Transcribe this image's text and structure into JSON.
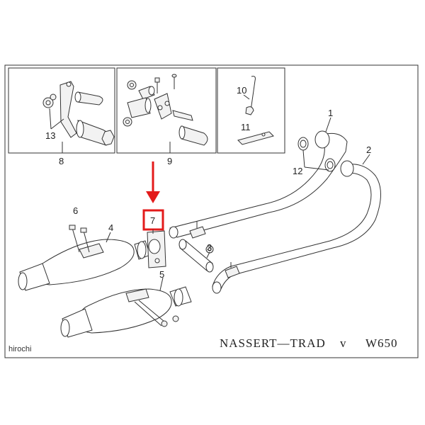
{
  "diagram": {
    "title_model": "NASSERT—TRAD",
    "title_variant": "v",
    "title_code": "W650",
    "watermark": "hirochi",
    "highlighted_callout": "7",
    "accent_color": "#e31b1b",
    "callouts": {
      "c1": "1",
      "c2": "2",
      "c3": "3",
      "c4": "4",
      "c5": "5",
      "c6": "6",
      "c7": "7",
      "c8": "8",
      "c9": "9",
      "c10": "10",
      "c11": "11",
      "c12": "12",
      "c13": "13"
    }
  }
}
